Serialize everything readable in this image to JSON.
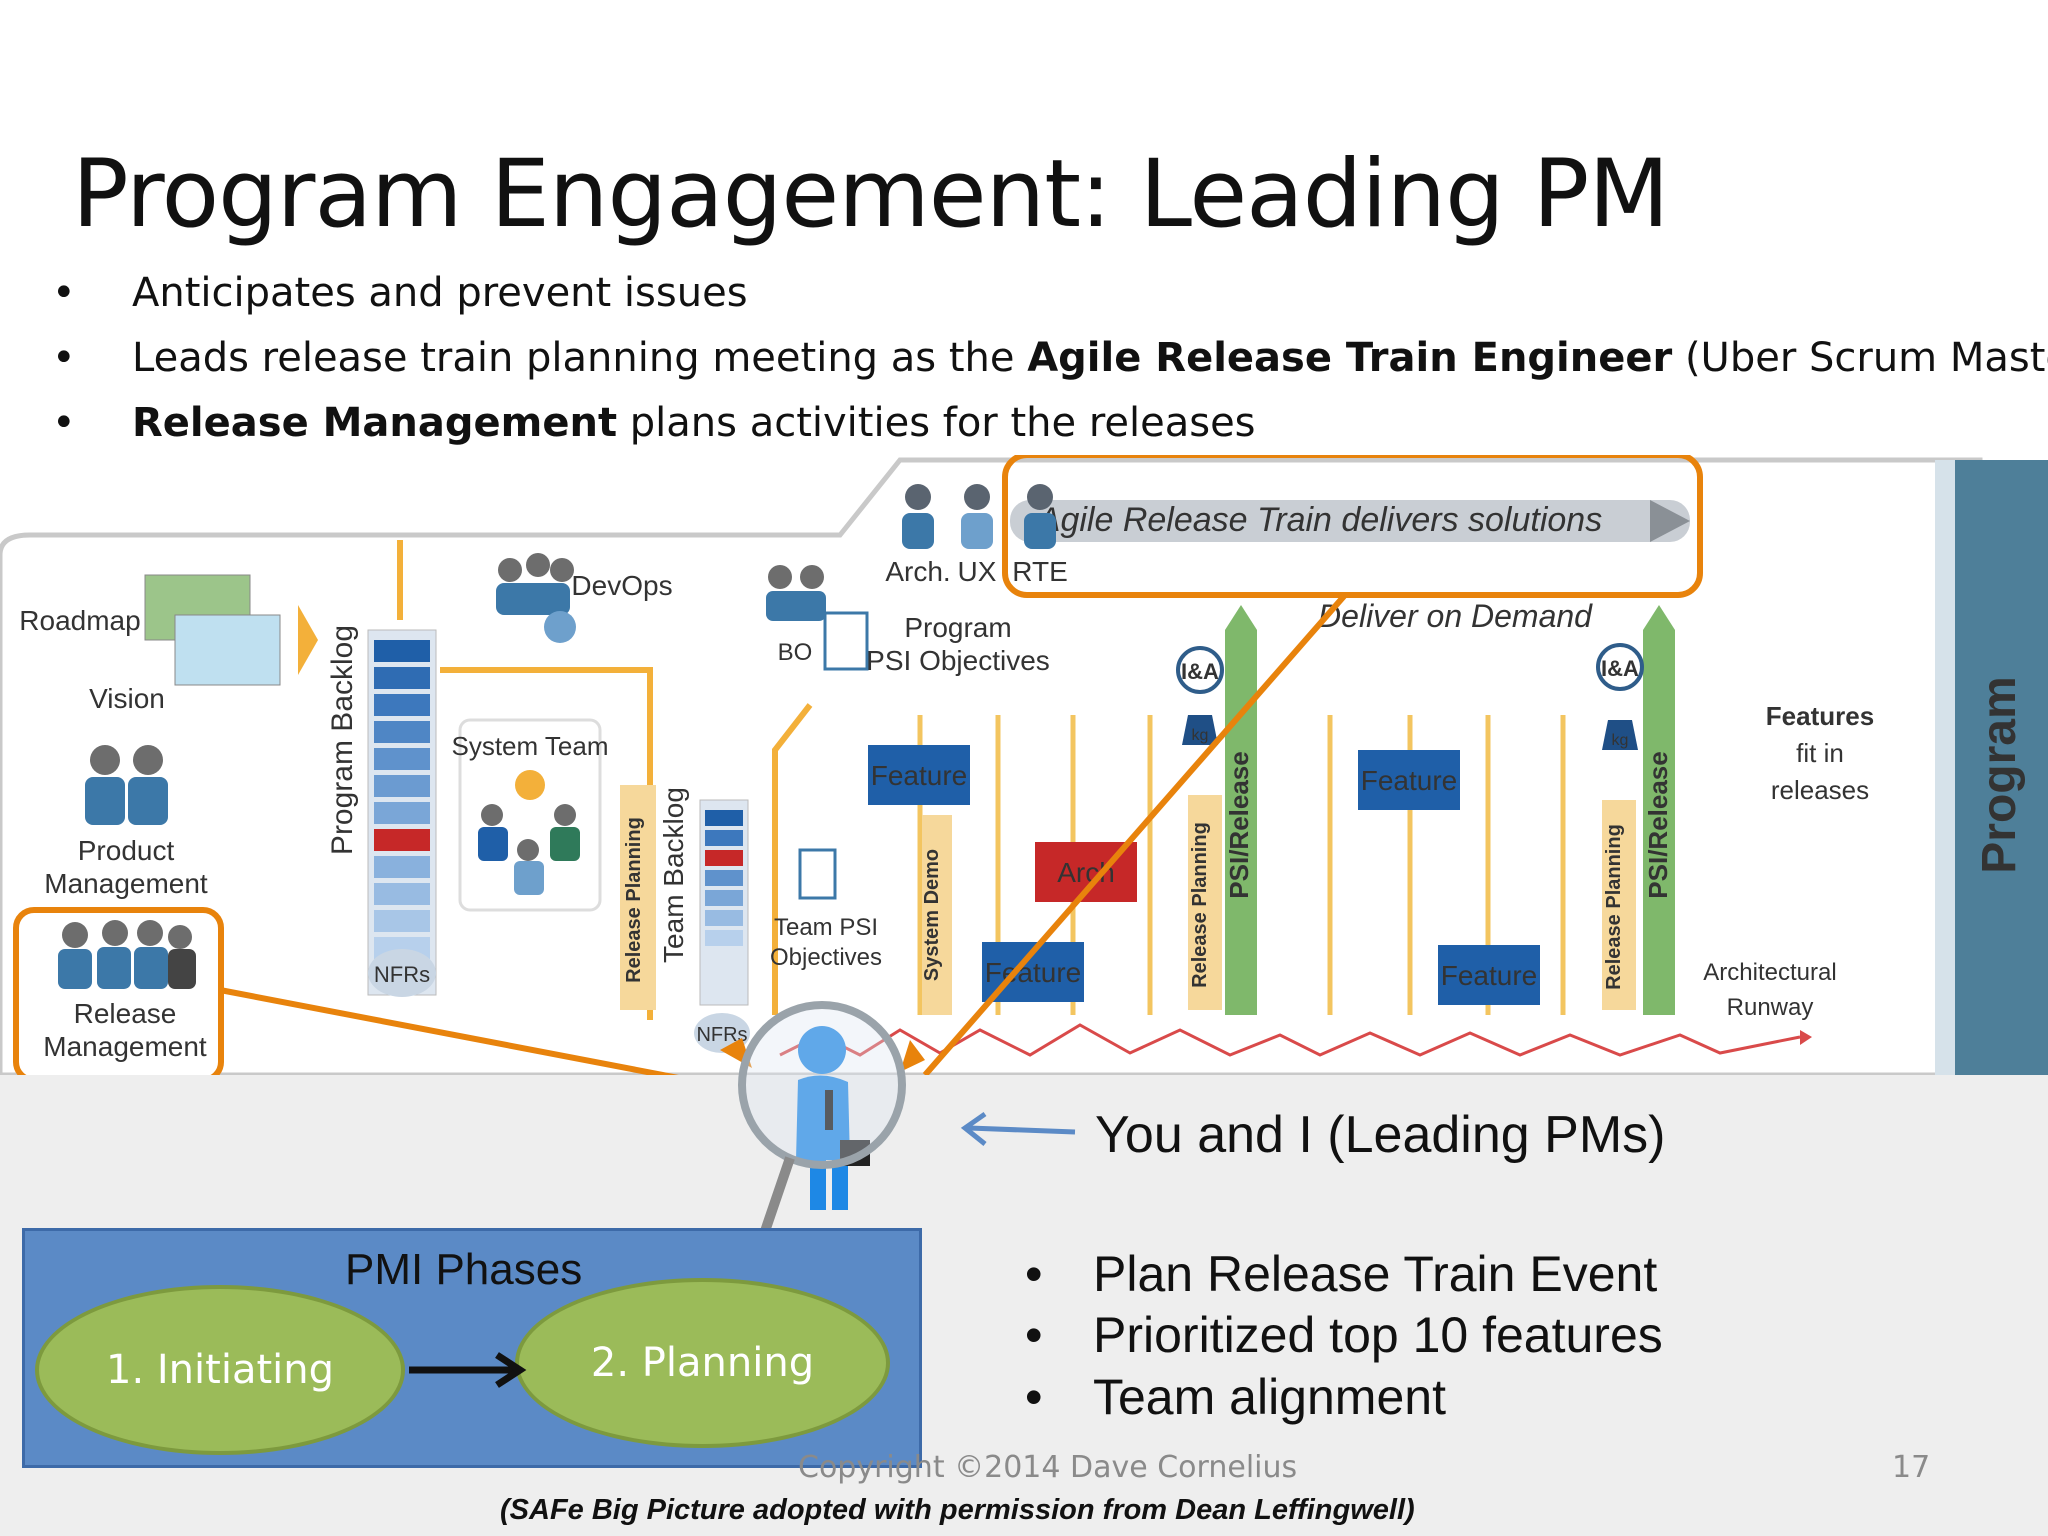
{
  "slide": {
    "title": "Program Engagement: Leading PM",
    "bullets": [
      {
        "pre": "Anticipates and prevent issues",
        "bold": "",
        "post": ""
      },
      {
        "pre": "Leads release train planning meeting as the ",
        "bold": "Agile Release Train Engineer",
        "post": " (Uber Scrum Master)"
      },
      {
        "pre": "",
        "bold": "Release Management",
        "post": " plans activities for the releases"
      }
    ],
    "bullet_glyph": "•"
  },
  "diagram": {
    "train_label": "Agile Release Train delivers solutions",
    "deliver_on_demand": "Deliver on Demand",
    "roles": {
      "arch": "Arch.",
      "ux": "UX",
      "rte": "RTE",
      "bo": "BO",
      "devops": "DevOps"
    },
    "roadmap": "Roadmap",
    "vision": "Vision",
    "product_management": [
      "Product",
      "Management"
    ],
    "release_management": [
      "Release",
      "Management"
    ],
    "program_backlog": "Program Backlog",
    "nfrs": "NFRs",
    "system_team": "System Team",
    "release_planning": "Release Planning",
    "team_backlog": "Team Backlog",
    "team_psi_objectives": [
      "Team PSI",
      "Objectives"
    ],
    "program_psi_objectives": [
      "Program",
      "PSI Objectives"
    ],
    "feature": "Feature",
    "arch": "Arch",
    "system_demo": "System Demo",
    "psi_release": "PSI/Release",
    "ia": "I&A",
    "kg": "kg",
    "features_fit": [
      "Features",
      "fit in",
      "releases"
    ],
    "architectural_runway": [
      "Architectural",
      "Runway"
    ],
    "program_side": "Program"
  },
  "you_and_i": "You and I (Leading PMs)",
  "right_bullets": [
    "Plan Release Train Event",
    "Prioritized top 10 features",
    "Team alignment"
  ],
  "pmi": {
    "title": "PMI Phases",
    "phase1": "1. Initiating",
    "phase2": "2. Planning"
  },
  "footer": {
    "copyright": "Copyright ©2014 Dave Cornelius",
    "page_number": "17",
    "credit": "(SAFe Big Picture adopted with permission from Dean Leffingwell)"
  },
  "colors": {
    "orange": "#e8830c",
    "feature_blue": "#1f5fa8",
    "arch_red": "#c62828",
    "program_band": "#4e7f99",
    "pmi_box": "#5b8ac6",
    "ellipse_green": "#9bbb59"
  }
}
